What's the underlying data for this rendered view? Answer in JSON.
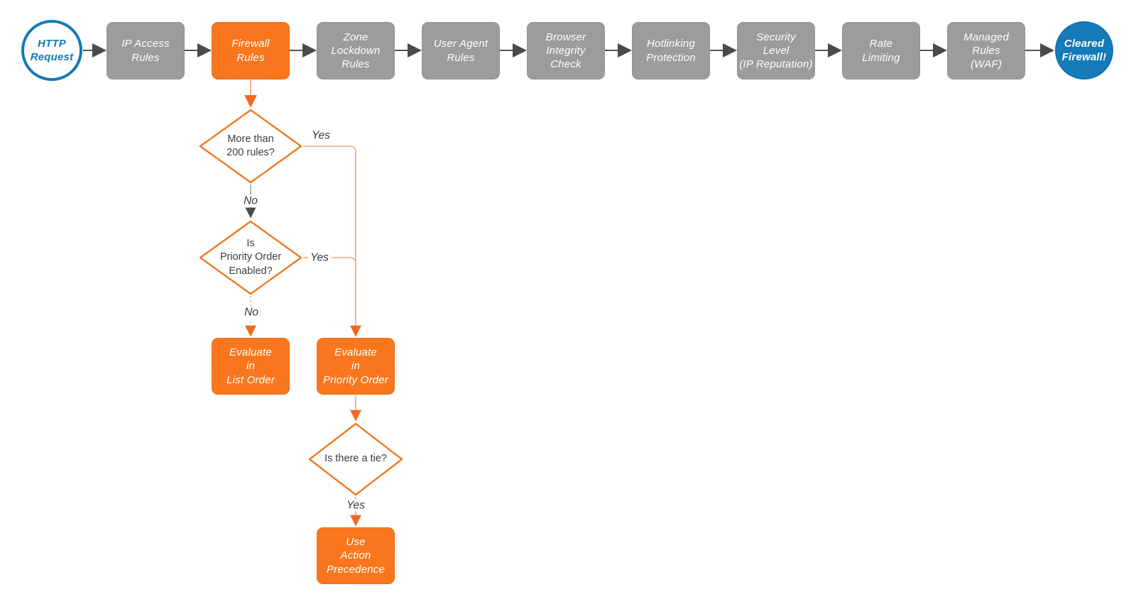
{
  "main_flow": {
    "start": "HTTP\nRequest",
    "steps": [
      "IP Access\nRules",
      "Firewall\nRules",
      "Zone\nLockdown\nRules",
      "User Agent\nRules",
      "Browser\nIntegrity\nCheck",
      "Hotlinking\nProtection",
      "Security\nLevel\n(IP Reputation)",
      "Rate\nLimiting",
      "Managed\nRules\n(WAF)"
    ],
    "end": "Cleared\nFirewall!"
  },
  "branch": {
    "decisions": {
      "more_than_200_rules": "More than\n200 rules?",
      "priority_order_enabled": "Is\nPriority Order\nEnabled?",
      "is_there_a_tie": "Is there a tie?"
    },
    "actions": {
      "list_order": "Evaluate\nin\nList Order",
      "priority_order": "Evaluate\nin\nPriority Order",
      "action_precedence": "Use\nAction\nPrecedence"
    },
    "edge_labels": {
      "d1_yes": "Yes",
      "d1_no": "No",
      "d2_yes": "Yes",
      "d2_no": "No",
      "d3_yes": "Yes"
    }
  },
  "colors": {
    "stage_gray": "#9C9C9C",
    "accent_orange": "#F8771E",
    "terminal_blue": "#147AB8",
    "connector_dark": "#555555",
    "connector_light_orange": "#F6A37F",
    "diamond_border_orange": "#EE7B24"
  }
}
